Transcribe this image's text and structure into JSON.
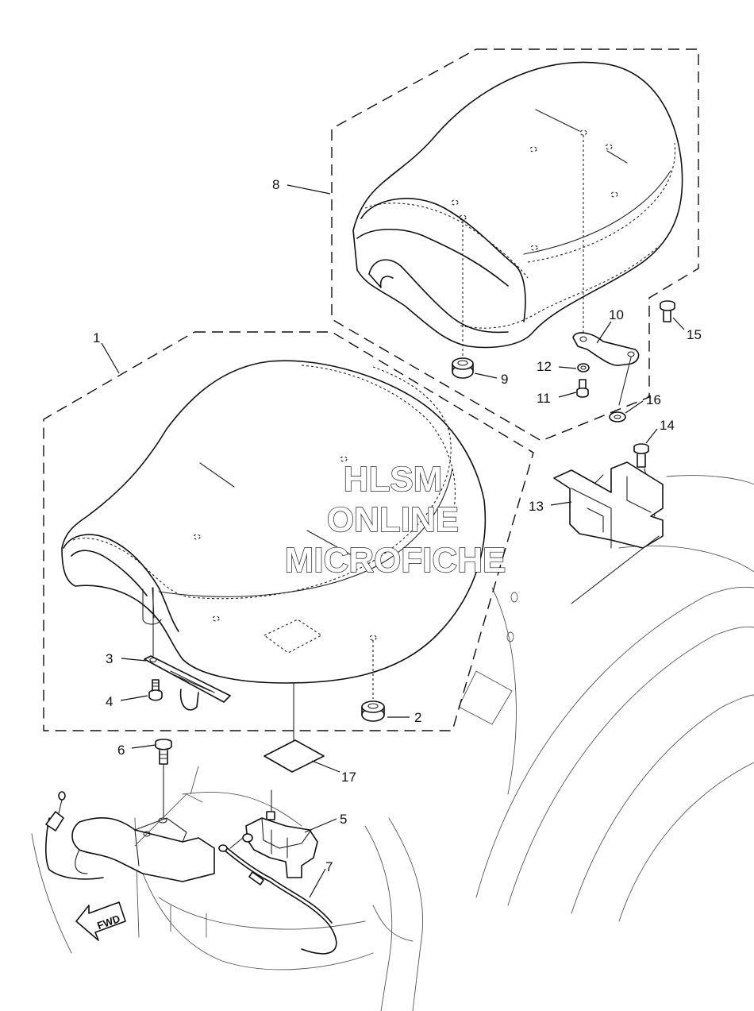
{
  "watermark": {
    "line1": "HLSM",
    "line2": "ONLINE",
    "line3": "MICROFICHE"
  },
  "direction_marker": {
    "label": "FWD",
    "icon": "direction-arrow-icon"
  },
  "callouts": [
    {
      "id": "1",
      "label": "1"
    },
    {
      "id": "2",
      "label": "2"
    },
    {
      "id": "3",
      "label": "3"
    },
    {
      "id": "4",
      "label": "4"
    },
    {
      "id": "5",
      "label": "5"
    },
    {
      "id": "6",
      "label": "6"
    },
    {
      "id": "7",
      "label": "7"
    },
    {
      "id": "8",
      "label": "8"
    },
    {
      "id": "9",
      "label": "9"
    },
    {
      "id": "10",
      "label": "10"
    },
    {
      "id": "11",
      "label": "11"
    },
    {
      "id": "12",
      "label": "12"
    },
    {
      "id": "13",
      "label": "13"
    },
    {
      "id": "14",
      "label": "14"
    },
    {
      "id": "15",
      "label": "15"
    },
    {
      "id": "16",
      "label": "16"
    },
    {
      "id": "17",
      "label": "17"
    }
  ]
}
